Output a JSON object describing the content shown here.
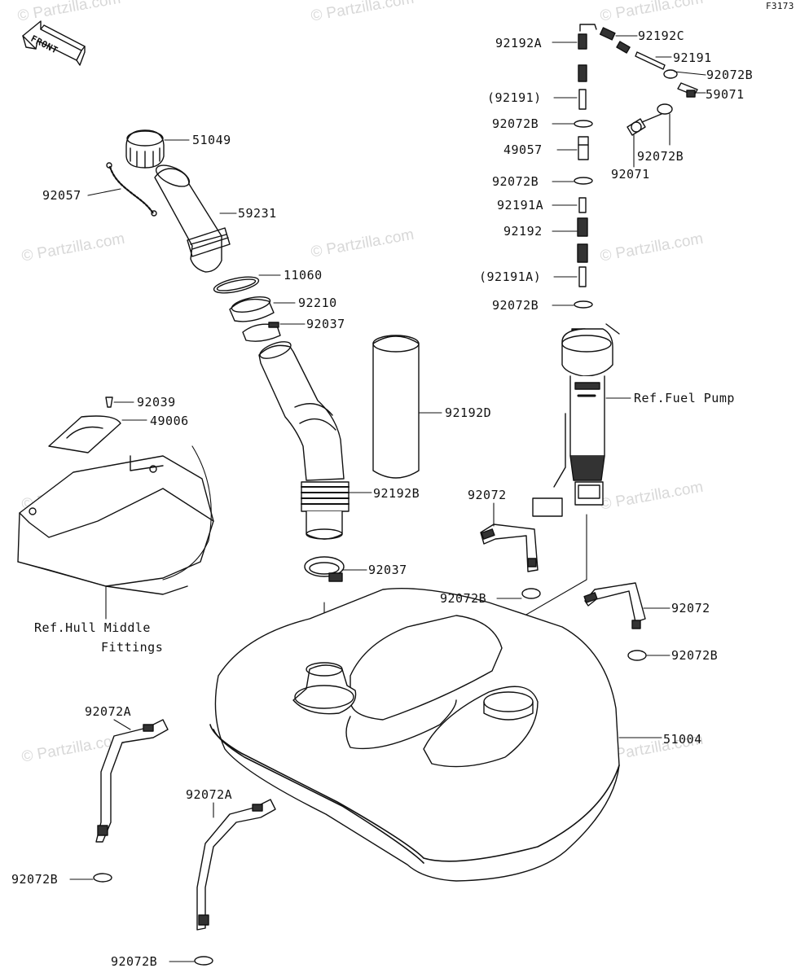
{
  "sheet_code": "F3173",
  "front_label": "FRONT",
  "watermark": "© Partzilla.com",
  "labels": {
    "p92192A": "92192A",
    "p92192C": "92192C",
    "p92191": "92191",
    "p92072B_top_right": "92072B",
    "p59071": "59071",
    "p92191_paren": "(92191)",
    "p92072B_a": "92072B",
    "p49057": "49057",
    "p92072B_right2": "92072B",
    "p92071": "92071",
    "p92072B_b": "92072B",
    "p92191A": "92191A",
    "p92192": "92192",
    "p92191A_paren": "(92191A)",
    "p92072B_c": "92072B",
    "p51049": "51049",
    "p92057": "92057",
    "p59231": "59231",
    "p11060": "11060",
    "p92210": "92210",
    "p92037_top": "92037",
    "p92039": "92039",
    "p49006": "49006",
    "p92192D": "92192D",
    "p92192B": "92192B",
    "p92072_left": "92072",
    "ref_fuel_pump": "Ref.Fuel Pump",
    "p92037_bottom": "92037",
    "p92072B_mid": "92072B",
    "p92072_right": "92072",
    "p92072B_right3": "92072B",
    "ref_hull_line1": "Ref.Hull Middle",
    "ref_hull_line2": "Fittings",
    "p92072A_top": "92072A",
    "p51004": "51004",
    "p92072A_bottom": "92072A",
    "p92072B_bl": "92072B",
    "p92072B_bottom": "92072B"
  }
}
